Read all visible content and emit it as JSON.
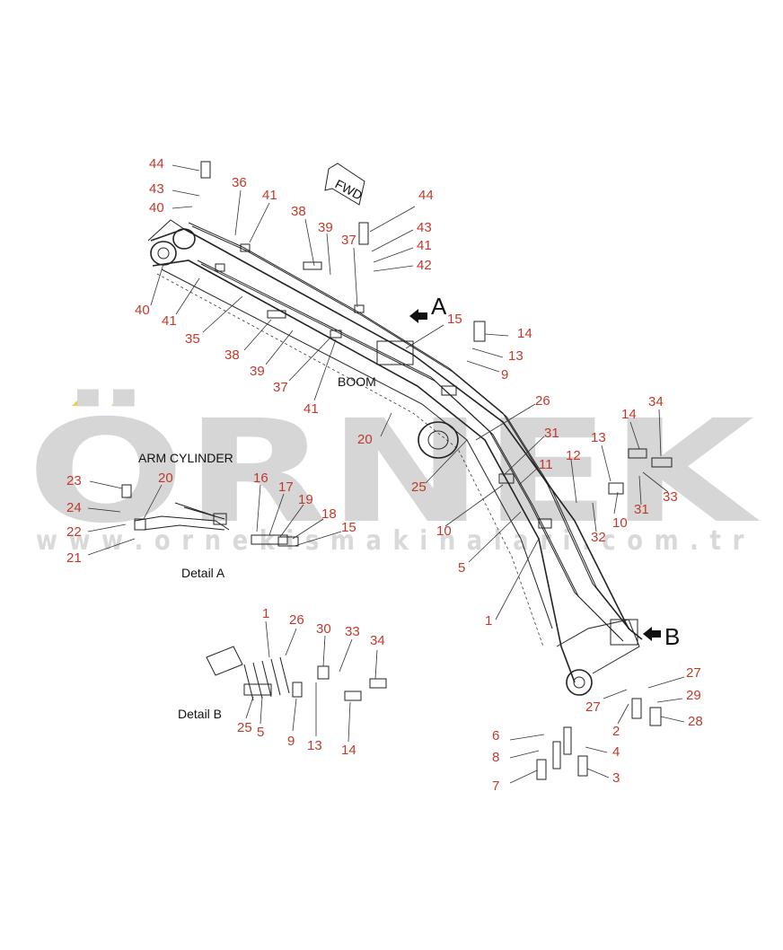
{
  "diagram": {
    "labels": {
      "boom": "BOOM",
      "arm_cylinder": "ARM CYLINDER",
      "detail_a": "Detail A",
      "detail_b": "Detail B",
      "view_a": "A",
      "view_b": "B",
      "fwd": "FWD"
    },
    "watermark": {
      "brand": "ÖRNEK",
      "url": "w w w . o r n e k i s m a k i n a l a r i . c o m . t r",
      "accent_color": "#f2c94c",
      "text_color": "#d6d6d6"
    },
    "callout_color": "#c0392b",
    "callouts": {
      "c44a": "44",
      "c43a": "43",
      "c40a": "40",
      "c36": "36",
      "c41a": "41",
      "c38a": "38",
      "c39a": "39",
      "c37a": "37",
      "c44b": "44",
      "c43b": "43",
      "c41b": "41",
      "c42": "42",
      "c40b": "40",
      "c41c": "41",
      "c35": "35",
      "c38b": "38",
      "c39b": "39",
      "c37b": "37",
      "c41d": "41",
      "c15a": "15",
      "c14a": "14",
      "c13a": "13",
      "c9a": "9",
      "c26a": "26",
      "c31a": "31",
      "c11": "11",
      "c12": "12",
      "c13b": "13",
      "c14b": "14",
      "c34a": "34",
      "c20a": "20",
      "c25a": "25",
      "c10a": "10",
      "c10b": "10",
      "c31b": "31",
      "c33a": "33",
      "c32": "32",
      "c5a": "5",
      "c1a": "1",
      "c23": "23",
      "c20b": "20",
      "c24": "24",
      "c22": "22",
      "c21": "21",
      "c16": "16",
      "c17": "17",
      "c19": "19",
      "c18": "18",
      "c15b": "15",
      "c1b": "1",
      "c26b": "26",
      "c30": "30",
      "c33b": "33",
      "c34b": "34",
      "c25b": "25",
      "c5b": "5",
      "c9b": "9",
      "c13c": "13",
      "c14c": "14",
      "c27a": "27",
      "c27b": "27",
      "c29": "29",
      "c28": "28",
      "c2": "2",
      "c6": "6",
      "c4": "4",
      "c8": "8",
      "c3": "3",
      "c7": "7"
    }
  }
}
